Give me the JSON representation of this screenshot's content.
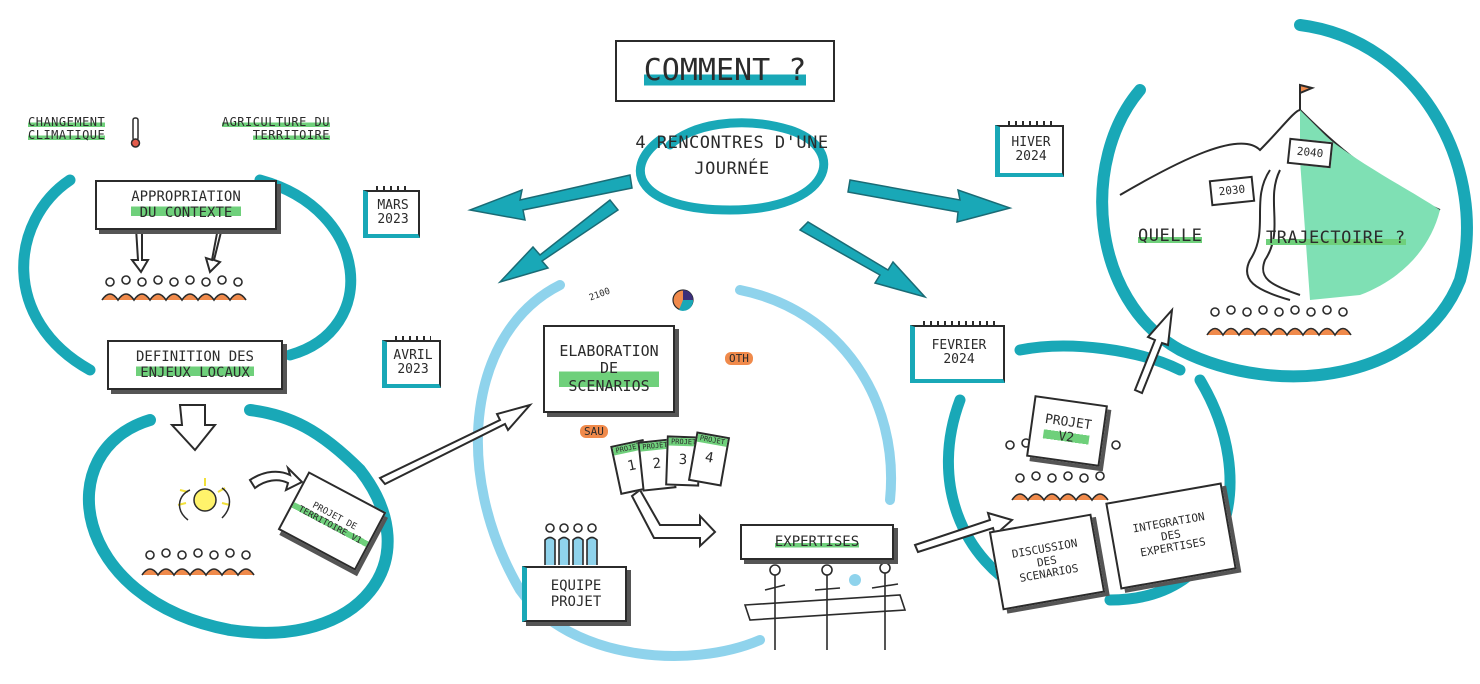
{
  "colors": {
    "teal": "#19a8b7",
    "light_blue": "#8fd3ec",
    "green": "#6fd07b",
    "orange": "#f08a4b",
    "ink": "#2b2b2b",
    "mint": "#7fe0b4"
  },
  "header": {
    "title": "COMMENT ?",
    "subtitle": "4 RENCONTRES D'UNE JOURNÉE"
  },
  "left": {
    "tag_climate": "CHANGEMENT CLIMATIQUE",
    "tag_agri": "AGRICULTURE DU TERRITOIRE",
    "box_context": "APPROPRIATION\nDU CONTEXTE",
    "box_enjeux": "DEFINITION DES\nENJEUX LOCAUX",
    "doc_project": "PROJET DE TERRITOIRE V1",
    "cal_mars": "MARS\n2023",
    "cal_avril": "AVRIL\n2023"
  },
  "center": {
    "box_scenarios": "ELABORATION\nDE\nSCENARIOS",
    "label_sau": "SAU",
    "label_oth": "OTH",
    "label_2100": "2100",
    "cards": [
      {
        "head": "PROJET",
        "num": "1"
      },
      {
        "head": "PROJET",
        "num": "2"
      },
      {
        "head": "PROJET",
        "num": "3"
      },
      {
        "head": "PROJET",
        "num": "4"
      }
    ],
    "box_expertises": "EXPERTISES",
    "box_team": "EQUIPE\nPROJET"
  },
  "right": {
    "cal_fevrier": "FEVRIER\n2024",
    "cal_hiver": "HIVER\n2024",
    "box_projet_v2": "PROJET\nV2",
    "box_discussion": "DISCUSSION\nDES\nSCENARIOS",
    "box_integration": "INTEGRATION\nDES\nEXPERTISES",
    "question_1": "QUELLE",
    "question_2": "TRAJECTOIRE ?",
    "sign_2030": "2030",
    "sign_2040": "2040"
  }
}
